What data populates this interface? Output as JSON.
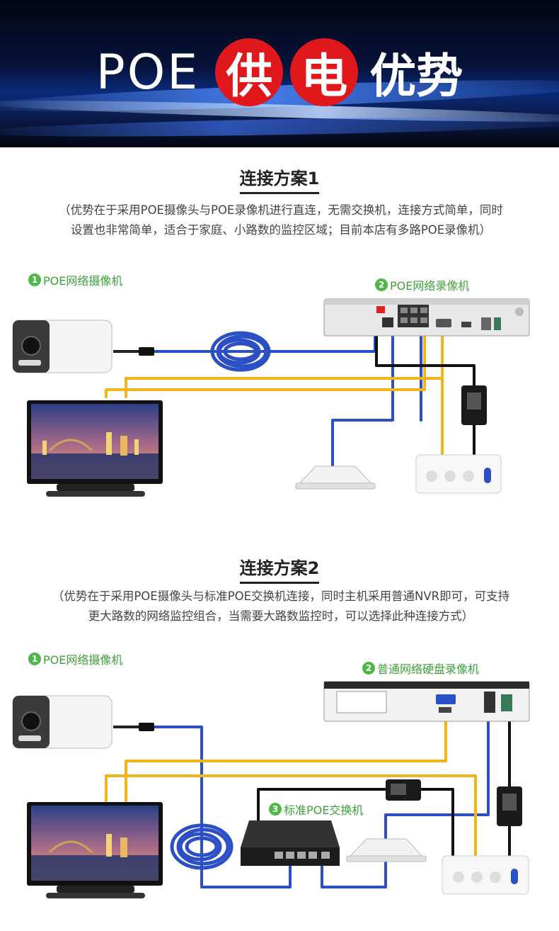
{
  "banner": {
    "title_latin": "POE",
    "title_circle_1": "供",
    "title_circle_2": "电",
    "title_plain": "优势"
  },
  "scheme1": {
    "title": "连接方案1",
    "description_line1": "（优势在于采用POE摄像头与POE录像机进行直连，无需交换机，连接方式简单，同时",
    "description_line2": "设置也非常简单，适合于家庭、小路数的监控区域；目前本店有多路POE录像机）",
    "labels": [
      {
        "num": "1",
        "text": "POE网络摄像机"
      },
      {
        "num": "2",
        "text": "POE网络录像机"
      }
    ]
  },
  "scheme2": {
    "title": "连接方案2",
    "description_line1": "（优势在于采用POE摄像头与标准POE交换机连接，同时主机采用普通NVR即可，可支持",
    "description_line2": "更大路数的网络监控组合，当需要大路数监控时，可以选择此种连接方式）",
    "labels": [
      {
        "num": "1",
        "text": "POE网络摄像机"
      },
      {
        "num": "2",
        "text": "普通网络硬盘录像机"
      },
      {
        "num": "3",
        "text": "标准POE交换机"
      }
    ]
  },
  "colors": {
    "accent_red": "#e0171b",
    "label_green": "#3ea23a",
    "cable_blue": "#2b4fc4",
    "cable_yellow": "#f2b418",
    "cable_black": "#111111"
  },
  "icons": [
    "camera-icon",
    "nvr-icon",
    "monitor-icon",
    "router-icon",
    "power-strip-icon",
    "power-adapter-icon",
    "poe-switch-icon",
    "cable-coil-icon"
  ]
}
